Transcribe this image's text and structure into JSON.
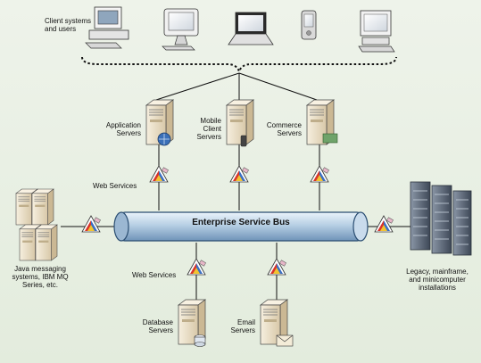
{
  "labels": {
    "client_systems": "Client systems\nand users",
    "application_servers": "Application\nServers",
    "mobile_client_servers": "Mobile\nClient\nServers",
    "commerce_servers": "Commerce\nServers",
    "web_services_top": "Web Services",
    "web_services_bottom": "Web Services",
    "enterprise_service_bus": "Enterprise Service Bus",
    "java_messaging": "Java messaging\nsystems, IBM MQ\nSeries, etc.",
    "legacy": "Legacy, mainframe,\nand minicomputer\ninstallations",
    "database_servers": "Database\nServers",
    "email_servers": "Email\nServers"
  },
  "colors": {
    "background": "#e8efe3",
    "bus_fill": "#b7cfe4",
    "bus_stroke": "#2b4e72",
    "connector": "#1a1a1a",
    "server_beige": "#e9dcc2"
  },
  "icons": [
    "desktop-computer-icon",
    "imac-computer-icon",
    "laptop-icon",
    "pda-icon",
    "monitor-computer-icon",
    "application-server-icon",
    "mobile-server-icon",
    "commerce-server-icon",
    "web-service-icon",
    "java-server-cluster-icon",
    "mainframe-rack-icon",
    "database-server-icon",
    "email-server-icon"
  ]
}
